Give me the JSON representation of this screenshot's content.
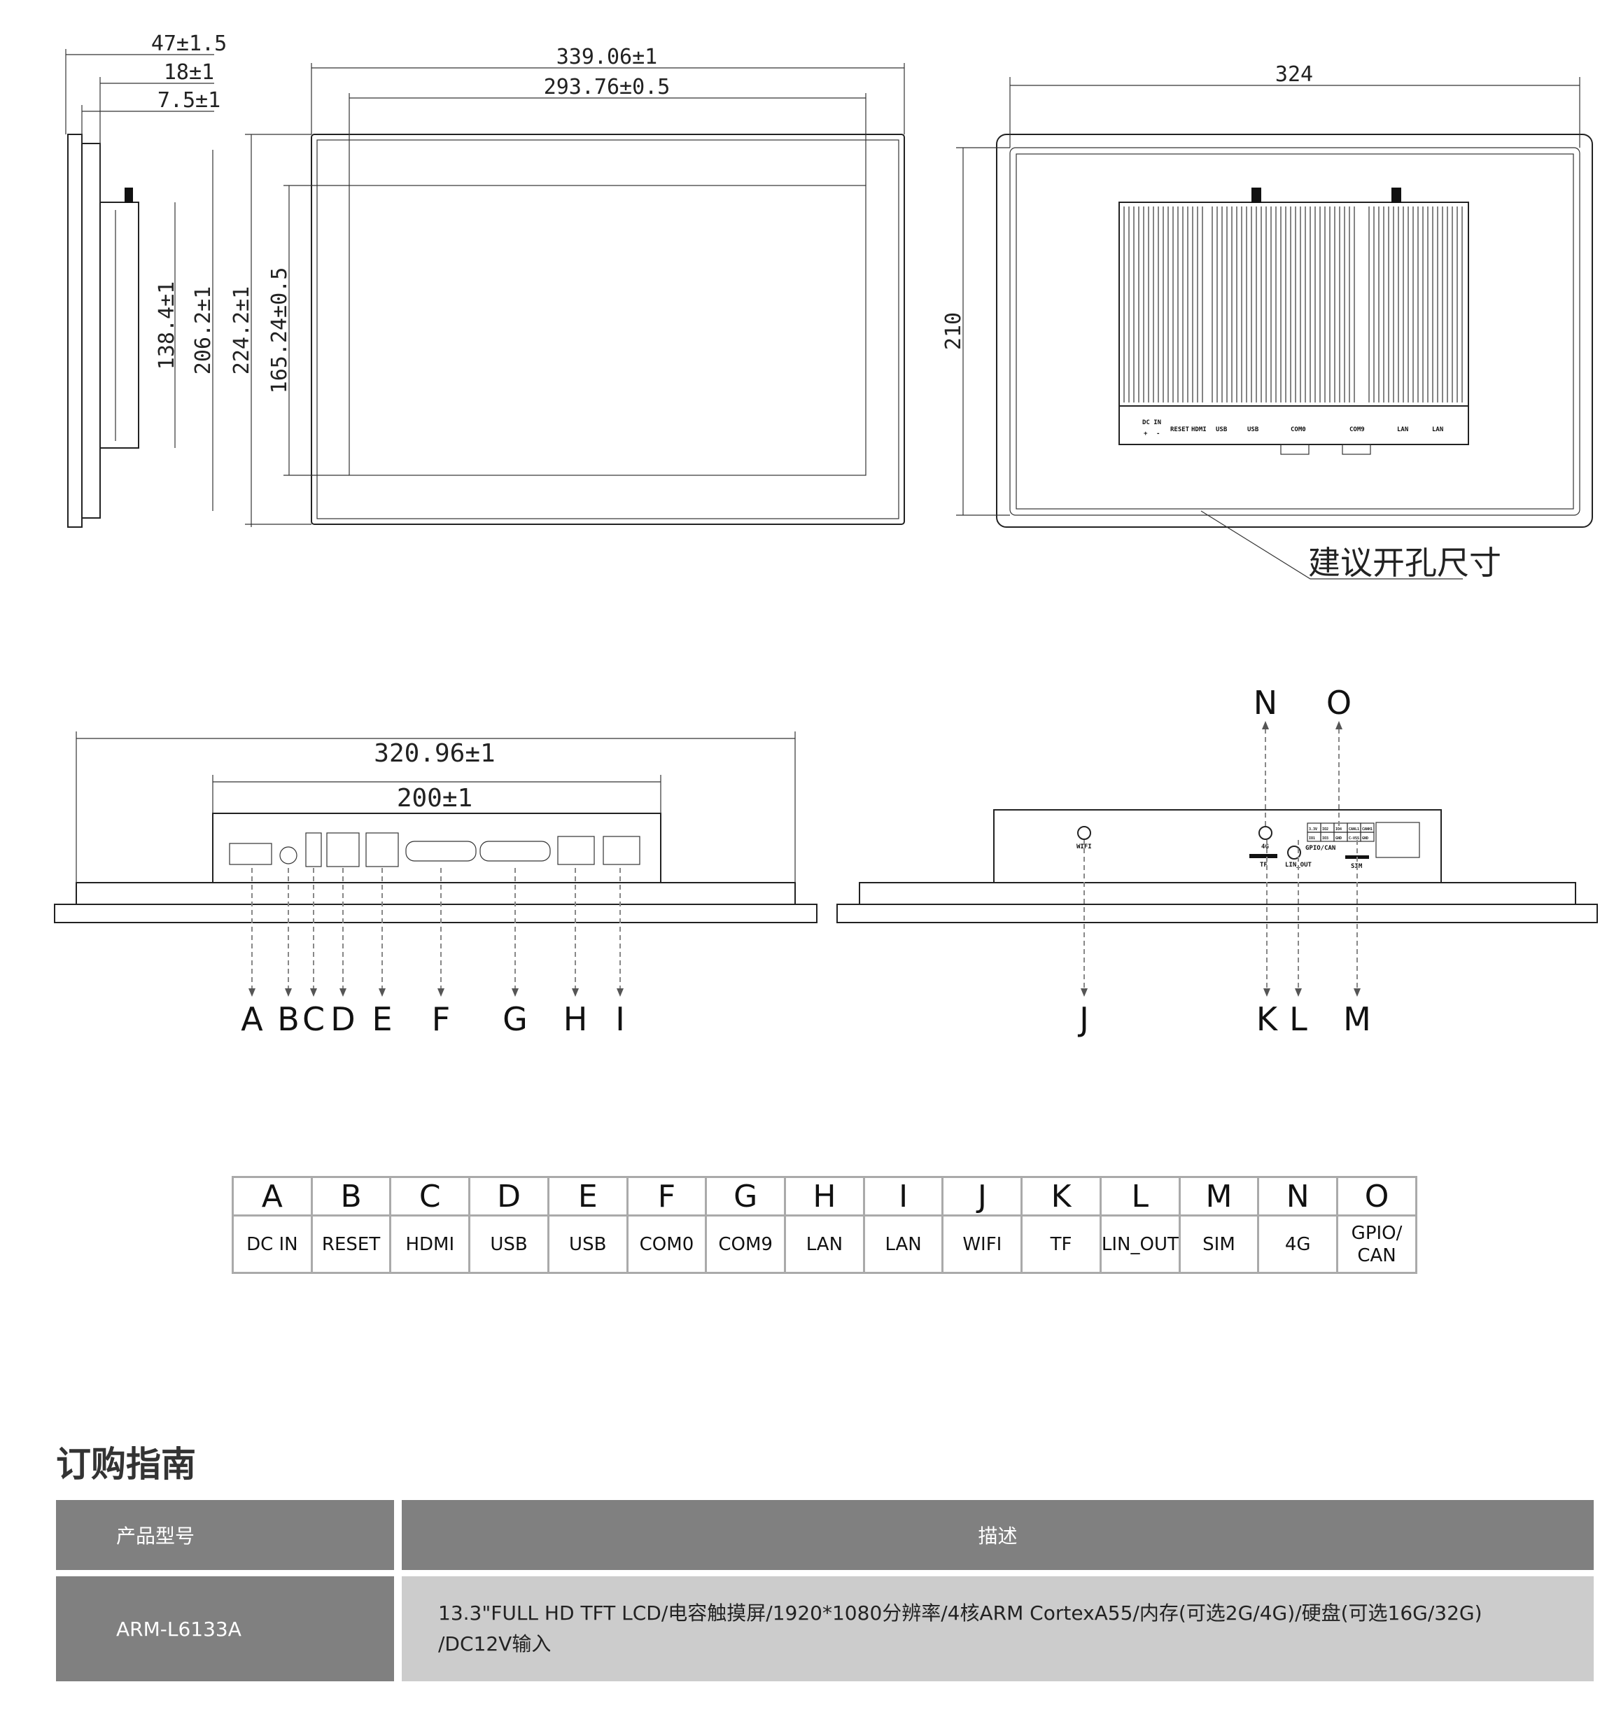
{
  "dimensions": {
    "side_depth": "47±1.5",
    "side_body": "18±1",
    "side_bezel": "7.5±1",
    "side_h1": "138.4±1",
    "side_h2": "206.2±1",
    "front_h_outer": "224.2±1",
    "front_h_inner": "165.24±0.5",
    "front_w_outer": "339.06±1",
    "front_w_inner": "293.76±0.5",
    "cutout_w": "324",
    "cutout_h": "210",
    "cutout_note": "建议开孔尺寸",
    "bottom_w": "320.96±1",
    "bottom_box_w": "200±1"
  },
  "back_labels": {
    "dc_in": "DC IN",
    "plus": "+",
    "minus": "-",
    "reset": "RESET",
    "hdmi": "HDMI",
    "usb1": "USB",
    "usb2": "USB",
    "com0": "COM0",
    "com9": "COM9",
    "lan1": "LAN",
    "lan2": "LAN"
  },
  "side_labels": {
    "wifi": "WIFI",
    "g4": "4G",
    "tf": "TF",
    "lin_out": "LIN_OUT",
    "gpio": "GPIO/CAN",
    "sim": "SIM",
    "gpio_cells": [
      "3.3V",
      "IO2",
      "IO4",
      "CANL1",
      "CANH1",
      "IO1",
      "IO3",
      "GND",
      "C-VSS",
      "GND"
    ]
  },
  "ports": [
    {
      "letter": "A",
      "name": "DC IN"
    },
    {
      "letter": "B",
      "name": "RESET"
    },
    {
      "letter": "C",
      "name": "HDMI"
    },
    {
      "letter": "D",
      "name": "USB"
    },
    {
      "letter": "E",
      "name": "USB"
    },
    {
      "letter": "F",
      "name": "COM0"
    },
    {
      "letter": "G",
      "name": "COM9"
    },
    {
      "letter": "H",
      "name": "LAN"
    },
    {
      "letter": "I",
      "name": "LAN"
    },
    {
      "letter": "J",
      "name": "WIFI"
    },
    {
      "letter": "K",
      "name": "TF"
    },
    {
      "letter": "L",
      "name": "LIN_OUT"
    },
    {
      "letter": "M",
      "name": "SIM"
    },
    {
      "letter": "N",
      "name": "4G"
    },
    {
      "letter": "O",
      "name": "GPIO/ CAN"
    }
  ],
  "ordering": {
    "title": "订购指南",
    "header_model": "产品型号",
    "header_desc": "描述",
    "model": "ARM-L6133A",
    "desc_line1": "13.3\"FULL HD TFT LCD/电容触摸屏/1920*1080分辨率/4核ARM CortexA55/内存(可选2G/4G)/硬盘(可选16G/32G)",
    "desc_line2": "/DC12V输入",
    "colors": {
      "header_bg": "#808080",
      "desc_bg": "#cccccc"
    }
  }
}
